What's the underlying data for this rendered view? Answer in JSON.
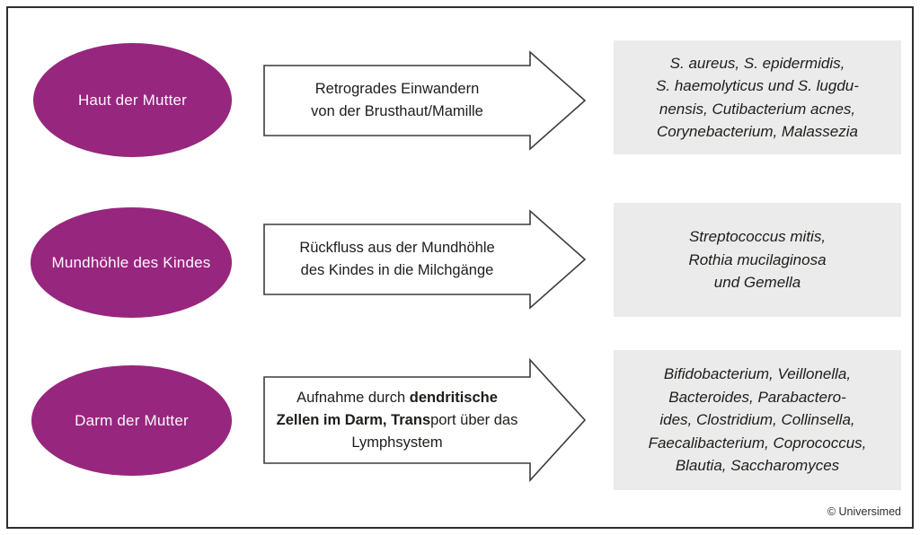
{
  "diagram": {
    "rows": [
      {
        "source": "Haut der Mutter",
        "mechanism": {
          "line1": "Retrogrades Einwandern",
          "line2": "von der Brusthaut/Mamille"
        },
        "organisms": {
          "line1": "S. aureus, S. epidermidis,",
          "line2": "S. haemolyticus und S. lugdu-",
          "line3": "nensis, Cutibacterium acnes,",
          "line4": "Corynebacterium, Malassezia"
        }
      },
      {
        "source": "Mundhöhle des Kindes",
        "mechanism": {
          "line1": "Rückfluss aus der Mundhöhle",
          "line2": "des Kindes in die Milchgänge"
        },
        "organisms": {
          "line1": "Streptococcus mitis,",
          "line2": "Rothia mucilaginosa",
          "line3": "und Gemella"
        }
      },
      {
        "source": "Darm der Mutter",
        "mechanism": {
          "line1_normal": "Aufnahme durch ",
          "line1_bold": "dendritische",
          "line2_bold": "Zellen im Darm, Trans",
          "line2_normal": "port über das",
          "line3": "Lymphsystem"
        },
        "organisms": {
          "line1": "Bifidobacterium, Veillonella,",
          "line2": "Bacteroides, Parabactero-",
          "line3": "ides, Clostridium, Collinsella,",
          "line4": "Faecalibacterium, Coprococcus,",
          "line5": "Blautia, Saccharomyces"
        }
      }
    ],
    "credit": "© Universimed",
    "colors": {
      "ellipse_fill": "#97267E",
      "ellipse_text": "#FDF8FC",
      "organisms_box_fill": "#EBEBEB",
      "arrow_outline": "#3C3C3B",
      "text": "#1D1D1B",
      "frame_border": "#2E2E2E"
    }
  }
}
